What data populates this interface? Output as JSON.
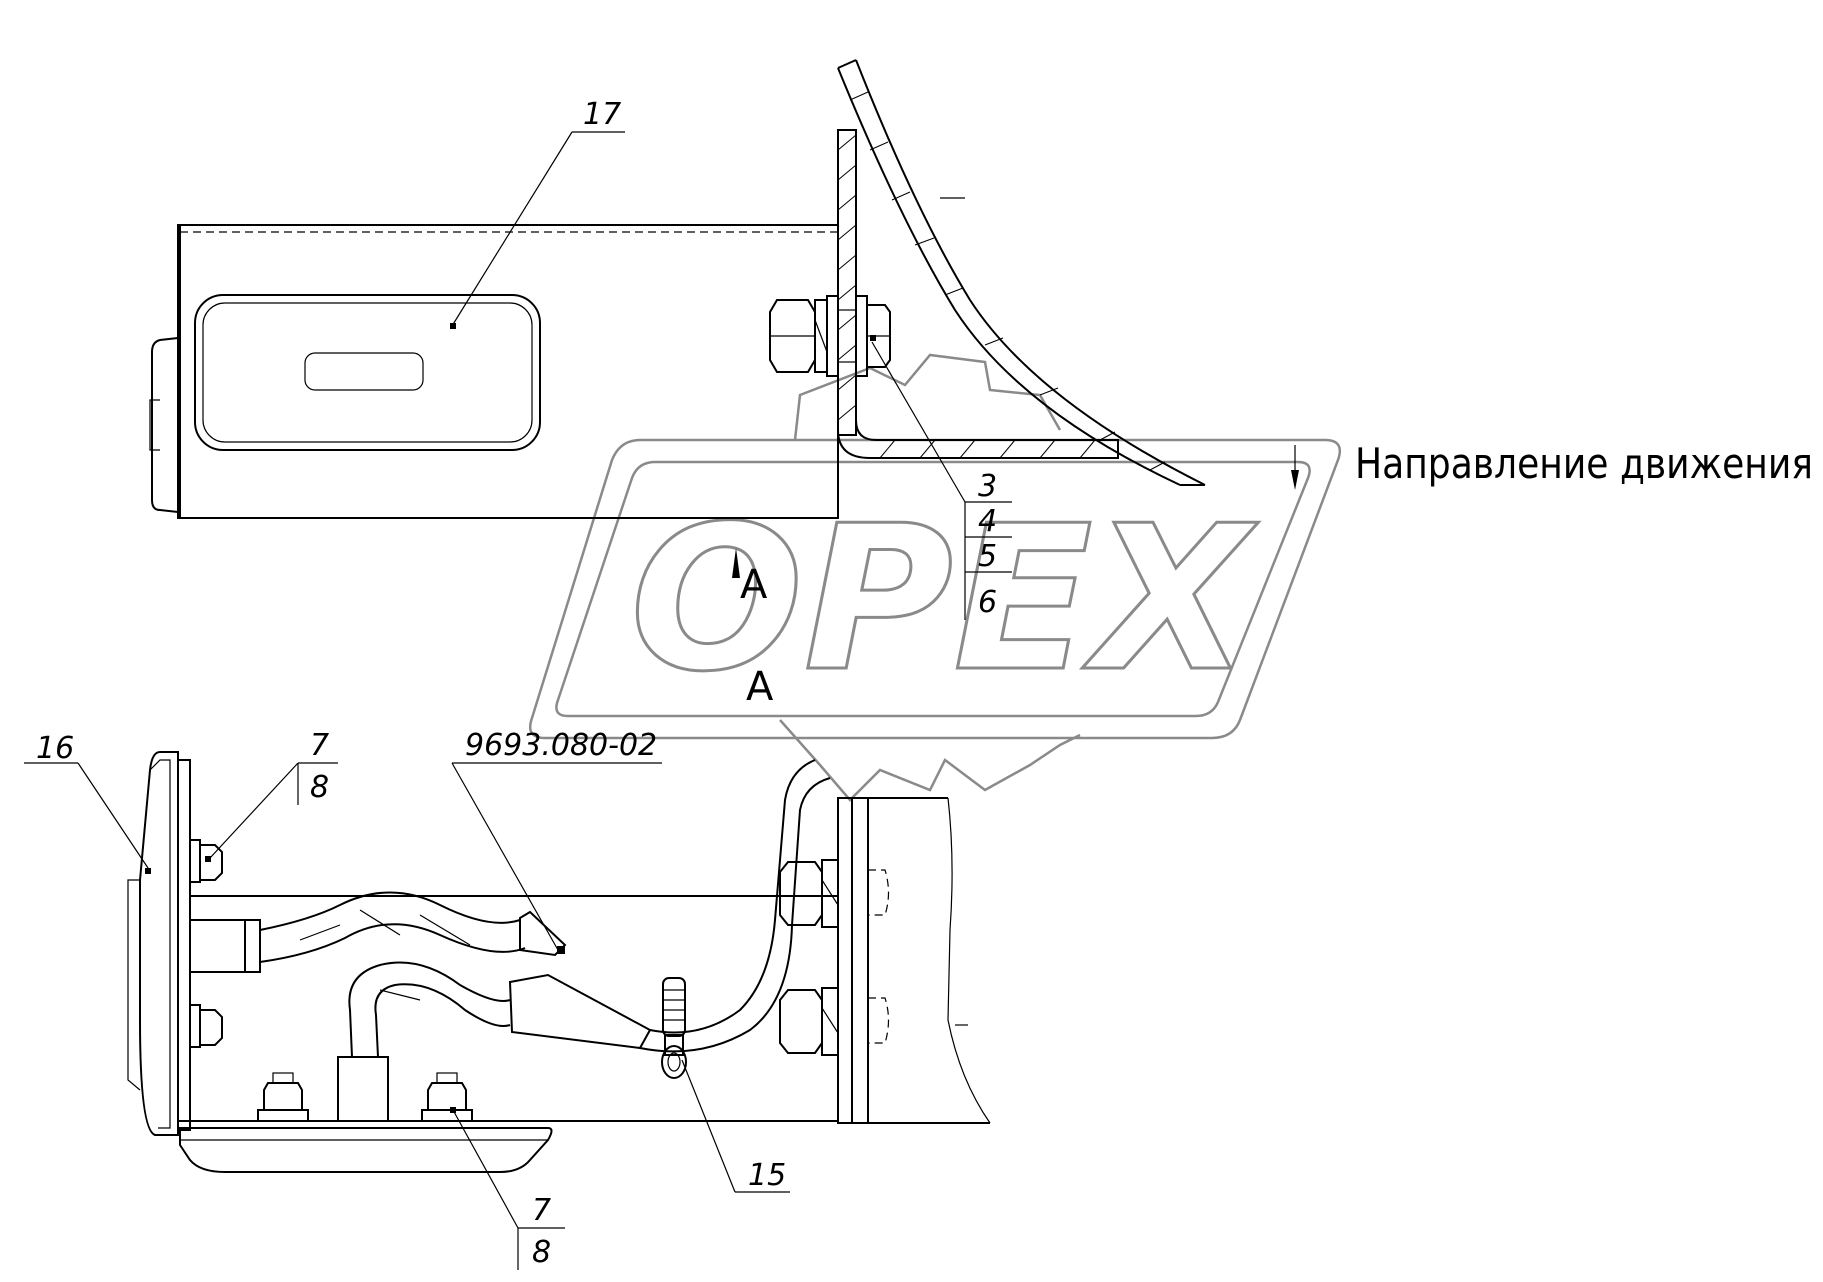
{
  "watermark": {
    "brand": "OPEX"
  },
  "direction_label": "Направление движения",
  "section_labels": {
    "top": "А",
    "bottom": "А"
  },
  "callouts": {
    "c17": "17",
    "c3": "3",
    "c4": "4",
    "c5": "5",
    "c6": "6",
    "c16": "16",
    "c7_top": "7",
    "c8_top": "8",
    "c_cable": "9693.080-02",
    "c15": "15",
    "c7_bottom": "7",
    "c8_bottom": "8"
  },
  "colors": {
    "line": "#000000",
    "watermark": "#8a8a8a",
    "background": "#ffffff"
  }
}
